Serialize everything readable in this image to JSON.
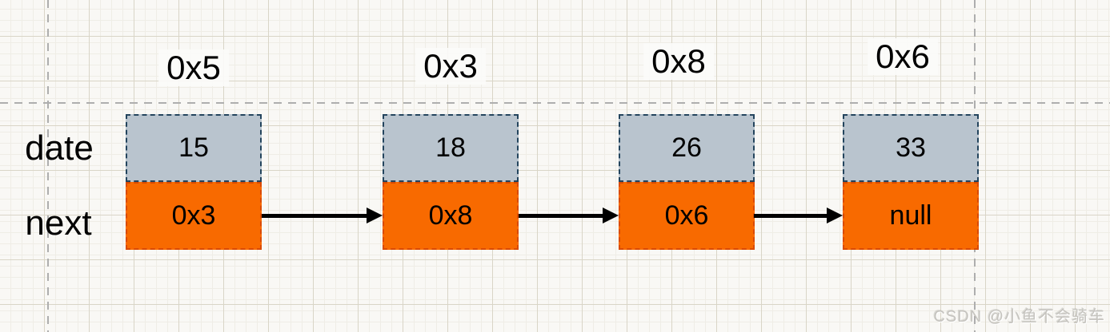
{
  "diagram": {
    "title_meaning": "singly linked list nodes with data and next-pointer fields",
    "row_labels": {
      "top": "date",
      "bottom": "next"
    },
    "nodes": [
      {
        "address": "0x5",
        "date": "15",
        "next": "0x3"
      },
      {
        "address": "0x3",
        "date": "18",
        "next": "0x8"
      },
      {
        "address": "0x8",
        "date": "26",
        "next": "0x6"
      },
      {
        "address": "0x6",
        "date": "33",
        "next": "null"
      }
    ],
    "colors": {
      "date_fill": "#b9c4ce",
      "date_border": "#23445d",
      "next_fill": "#f86a00",
      "next_border": "#d94a00",
      "arrow": "#000000",
      "guide": "#aeaeae"
    }
  },
  "watermark": {
    "text": "CSDN @小鱼不会骑车"
  }
}
